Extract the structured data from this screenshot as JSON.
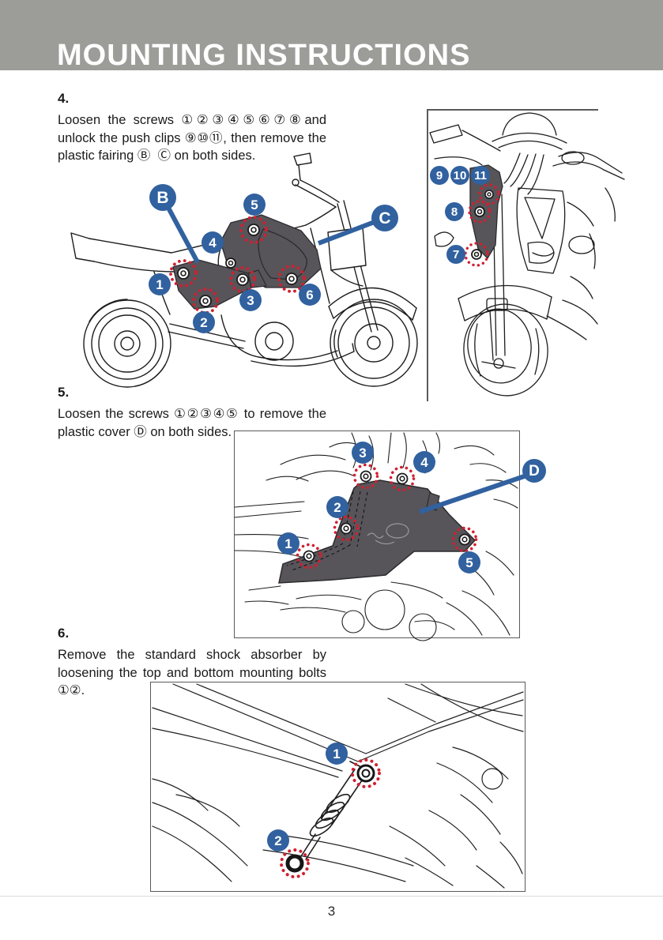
{
  "header": {
    "title": "MOUNTING INSTRUCTIONS"
  },
  "steps": {
    "step4": {
      "number": "4.",
      "lines": [
        "Loosen the screws ①②③④⑤⑥⑦⑧and",
        "unlock the push clips ⑨⑩⑪, then remove the",
        "plastic fairing Ⓑ  Ⓒ on both sides."
      ]
    },
    "step5": {
      "number": "5.",
      "lines": [
        "Loosen the screws ①②③④⑤ to remove the",
        "plastic cover Ⓓ on both sides."
      ]
    },
    "step6": {
      "number": "6.",
      "lines": [
        "Remove the standard shock absorber by",
        "loosening the top and bottom mounting bolts",
        "①②."
      ]
    }
  },
  "figures": {
    "fairing_side": {
      "callouts": [
        "B",
        "5",
        "C",
        "4",
        "1",
        "2",
        "3",
        "6"
      ]
    },
    "fairing_front": {
      "callouts": [
        "9",
        "10",
        "11",
        "8",
        "7"
      ]
    },
    "cover": {
      "callouts": [
        "3",
        "4",
        "2",
        "1",
        "5",
        "D"
      ]
    },
    "shock": {
      "callouts": [
        "1",
        "2"
      ]
    }
  },
  "footer": {
    "page_number": "3"
  },
  "colors": {
    "accent_blue": "#31619f",
    "dotted_red": "#d02030",
    "panel_gray": "#57555a",
    "header_gray": "#9c9c98"
  }
}
